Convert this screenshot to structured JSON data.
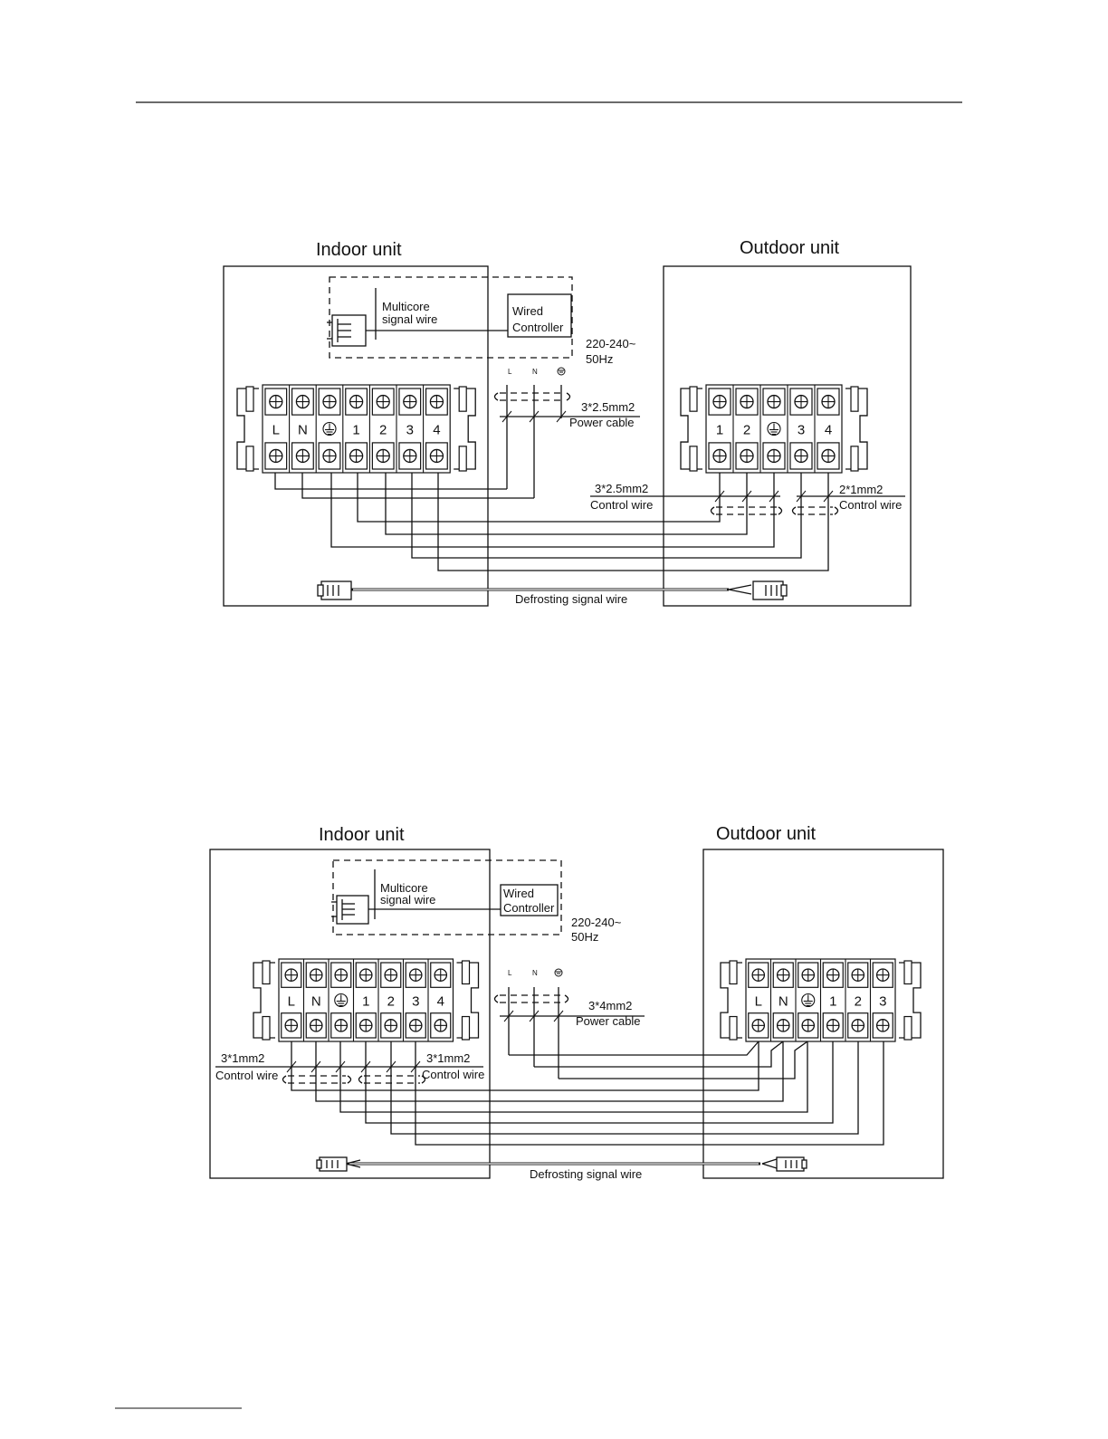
{
  "diagram1": {
    "indoor_title": "Indoor unit",
    "outdoor_title": "Outdoor unit",
    "multicore_line1": "Multicore",
    "multicore_line2": "signal wire",
    "wired_controller_line1": "Wired",
    "wired_controller_line2": "Controller",
    "supply_line1": "220-240~",
    "supply_line2": "50Hz",
    "supply_terminals": [
      "L",
      "N"
    ],
    "power_cable_spec": "3*2.5mm2",
    "power_cable_label": "Power cable",
    "indoor_terminals": [
      "L",
      "N",
      "",
      "1",
      "2",
      "3",
      "4"
    ],
    "outdoor_terminals": [
      "1",
      "2",
      "",
      "3",
      "4"
    ],
    "control_wire_a_spec": "3*2.5mm2",
    "control_wire_a_label": "Control wire",
    "control_wire_b_spec": "2*1mm2",
    "control_wire_b_label": "Control wire",
    "defrost_label": "Defrosting signal wire"
  },
  "diagram2": {
    "indoor_title": "Indoor unit",
    "outdoor_title": "Outdoor unit",
    "multicore_line1": "Multicore",
    "multicore_line2": "signal wire",
    "wired_controller_line1": "Wired",
    "wired_controller_line2": "Controller",
    "supply_line1": "220-240~",
    "supply_line2": "50Hz",
    "supply_terminals": [
      "L",
      "N"
    ],
    "power_cable_spec": "3*4mm2",
    "power_cable_label": "Power cable",
    "indoor_terminals": [
      "L",
      "N",
      "",
      "1",
      "2",
      "3",
      "4"
    ],
    "outdoor_terminals": [
      "L",
      "N",
      "",
      "1",
      "2",
      "3"
    ],
    "control_wire_a_spec": "3*1mm2",
    "control_wire_a_label": "Control wire",
    "control_wire_b_spec": "3*1mm2",
    "control_wire_b_label": "Control wire",
    "defrost_label": "Defrosting signal wire"
  }
}
